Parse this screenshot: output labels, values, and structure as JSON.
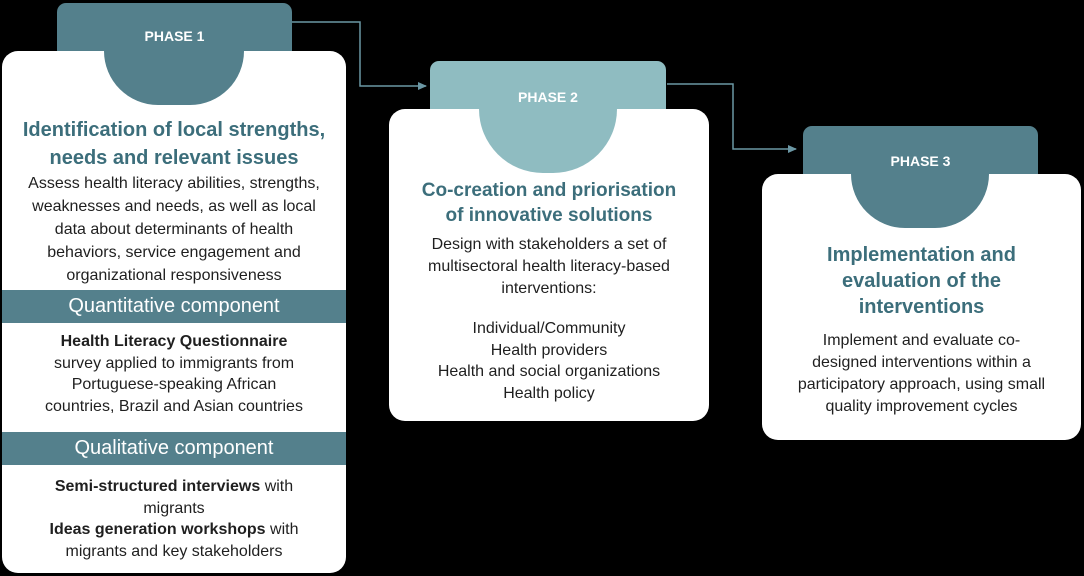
{
  "colors": {
    "dark_teal": "#54808c",
    "light_teal": "#8fbcc1",
    "title_teal": "#3c6e7b",
    "arrow": "#6b97a4",
    "background": "#000000"
  },
  "phases": [
    {
      "tab_label": "PHASE 1",
      "title_line1": "Identification of local strengths,",
      "title_line2": "needs and relevant issues",
      "description": [
        "Assess health literacy abilities, strengths,",
        "weaknesses and needs, as well as local",
        "data about determinants of health",
        "behaviors, service engagement and",
        "organizational responsiveness"
      ],
      "quantitative": {
        "band_label": "Quantitative component",
        "bold_line": "Health Literacy Questionnaire",
        "lines": [
          "survey applied to immigrants from",
          "Portuguese-speaking African",
          "countries, Brazil and Asian countries"
        ]
      },
      "qualitative": {
        "band_label": "Qualitative component",
        "item1_bold": "Semi-structured interviews",
        "item1_rest": " with",
        "item1_line2": "migrants",
        "item2_bold": "Ideas generation workshops",
        "item2_rest": " with",
        "item2_line2": "migrants and key stakeholders"
      }
    },
    {
      "tab_label": "PHASE 2",
      "title_line1": "Co-creation and priorisation",
      "title_line2": "of innovative solutions",
      "description": [
        "Design with stakeholders a set of",
        "multisectoral health literacy-based",
        "interventions:"
      ],
      "list": [
        "Individual/Community",
        "Health providers",
        "Health and social organizations",
        "Health policy"
      ]
    },
    {
      "tab_label": "PHASE 3",
      "title_line1": "Implementation and",
      "title_line2": "evaluation of the",
      "title_line3": "interventions",
      "description": [
        "Implement and evaluate co-",
        "designed interventions within a",
        "participatory approach, using small",
        "quality improvement cycles"
      ]
    }
  ]
}
